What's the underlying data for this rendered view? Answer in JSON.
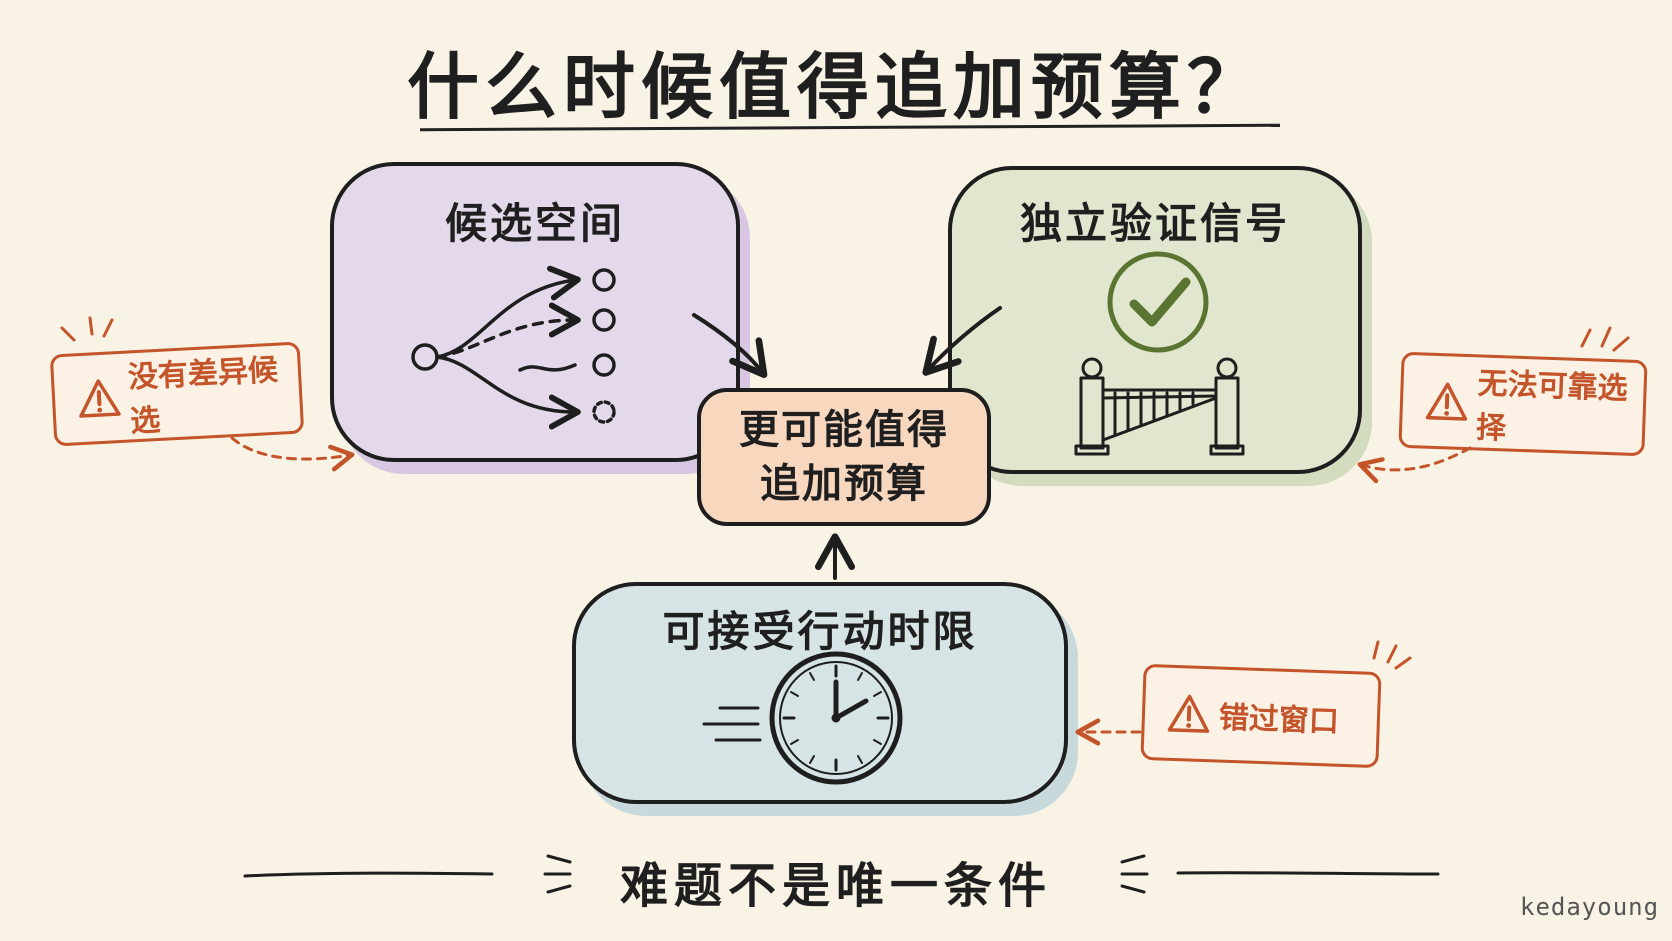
{
  "title": "什么时候值得追加预算？",
  "cards": {
    "candidate": {
      "title": "候选空间"
    },
    "signal": {
      "title": "独立验证信号"
    },
    "timing": {
      "title": "可接受行动时限"
    }
  },
  "center": {
    "line1": "更可能值得",
    "line2": "追加预算"
  },
  "warnings": {
    "left": "没有差异候选",
    "right": "无法可靠选择",
    "bottom": "错过窗口"
  },
  "footer": "难题不是唯一条件",
  "signature": "kedayoung",
  "colors": {
    "background": "#f9f3e6",
    "candidate_card": "#e4d9ea",
    "signal_card": "#e1e6cf",
    "timing_card": "#d6e4e5",
    "center_box": "#f8d7bf",
    "warning": "#c4542a",
    "checkmark": "#5a7431"
  }
}
